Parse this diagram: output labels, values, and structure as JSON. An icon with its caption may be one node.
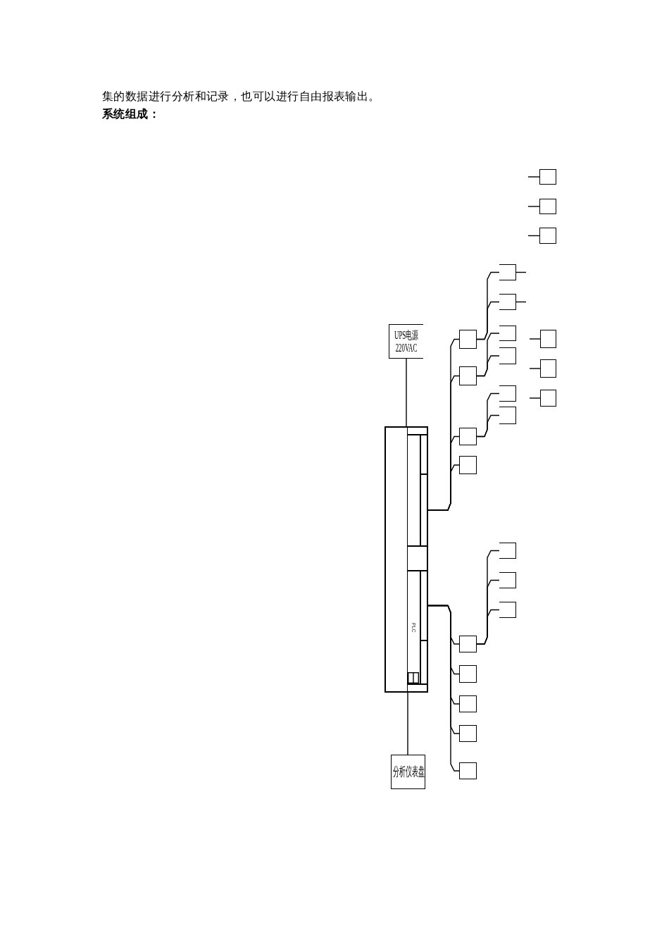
{
  "diagram": {
    "title": "系统组成：",
    "nodes": [
      {
        "text": [
          "UPS电源 220VAC"
        ]
      },
      {
        "text": [],
        "shape": "box"
      },
      {
        "text": [],
        "shape": "box",
        "in": 1
      },
      {
        "text": [],
        "shape": "box",
        "in": 1
      },
      {
        "text": [],
        "shape": "box",
        "in": 1
      },
      {
        "text": [],
        "shape": "box",
        "in": 1
      },
      {
        "text": [],
        "shape": "box",
        "in": 1
      },
      {
        "text": [
          "PLC"
        ],
        "in": 1
      },
      {
        "text": [],
        "shape": "box",
        "in": 1
      },
      {
        "text": [],
        "shape": "box",
        "in": 1
      },
      {
        "text": [],
        "shape": "box",
        "in": 1
      },
      {
        "text": [
          "分析仪表盘"
        ]
      },
      {
        "text": [],
        "shape": "box"
      },
      {
        "text": [],
        "shape": "box"
      },
      {
        "text": [],
        "shape": "box"
      },
      {
        "text": [],
        "shape": "box"
      },
      {
        "text": [],
        "shape": "box"
      },
      {
        "text": [],
        "shape": "box"
      },
      {
        "text": [],
        "shape": "box"
      },
      {
        "text": [],
        "shape": "box"
      },
      {
        "text": [],
        "shape": "box"
      },
      {
        "text": [],
        "shape": "box"
      },
      {
        "text": [],
        "shape": "box"
      },
      {
        "text": [],
        "shape": "box"
      },
      {
        "text": [],
        "shape": "box"
      },
      {
        "text": [],
        "shape": "box"
      },
      {
        "text": [],
        "shape": "box"
      },
      {
        "text": [],
        "shape": "box"
      },
      {
        "text": [],
        "shape": "box"
      },
      {
        "text": [],
        "shape": "box"
      },
      {
        "text": [],
        "shape": "box"
      },
      {
        "text": [],
        "shape": "box"
      },
      {
        "text": [],
        "shape": "box"
      },
      {
        "text": [],
        "shape": "box"
      },
      {
        "text": [],
        "shape": "box"
      },
      {
        "text": [],
        "shape": "box"
      }
    ],
    "edges": [
      {
        "from": 0,
        "to": 1,
        "arrow": "none"
      },
      {
        "from": 1,
        "to": 11,
        "arrow": "none"
      },
      {
        "from": 5,
        "to": 19,
        "arrow": "none"
      },
      {
        "from": 5,
        "to": 22,
        "arrow": "none"
      },
      {
        "from": 5,
        "to": 26,
        "arrow": "none"
      },
      {
        "from": 5,
        "to": 27,
        "arrow": "none"
      },
      {
        "from": 19,
        "to": 15,
        "arrow": "none"
      },
      {
        "from": 19,
        "to": 16,
        "arrow": "none"
      },
      {
        "from": 22,
        "to": 17,
        "arrow": "none"
      },
      {
        "from": 22,
        "to": 20,
        "arrow": "none"
      },
      {
        "from": 26,
        "to": 23,
        "arrow": "none"
      },
      {
        "from": 26,
        "to": 25,
        "arrow": "none"
      },
      {
        "from": 8,
        "to": 31,
        "arrow": "none"
      },
      {
        "from": 8,
        "to": 32,
        "arrow": "none"
      },
      {
        "from": 8,
        "to": 33,
        "arrow": "none"
      },
      {
        "from": 8,
        "to": 34,
        "arrow": "none"
      },
      {
        "from": 8,
        "to": 35,
        "arrow": "none"
      },
      {
        "from": 31,
        "to": 28,
        "arrow": "none"
      },
      {
        "from": 31,
        "to": 29,
        "arrow": "none"
      },
      {
        "from": 31,
        "to": 30,
        "arrow": "none"
      },
      {
        "from": null,
        "to": 12,
        "arrow": "none"
      },
      {
        "from": null,
        "to": 13,
        "arrow": "none"
      },
      {
        "from": null,
        "to": 14,
        "arrow": "none"
      },
      {
        "from": 15,
        "to": null,
        "arrow": "none"
      },
      {
        "from": 16,
        "to": null,
        "arrow": "none"
      },
      {
        "from": null,
        "to": 18,
        "arrow": "none"
      },
      {
        "from": null,
        "to": 21,
        "arrow": "none"
      },
      {
        "from": null,
        "to": 24,
        "arrow": "none"
      }
    ],
    "labels": [
      "集的数据进行分析和记录，也可以进行自由报表输出。"
    ]
  }
}
